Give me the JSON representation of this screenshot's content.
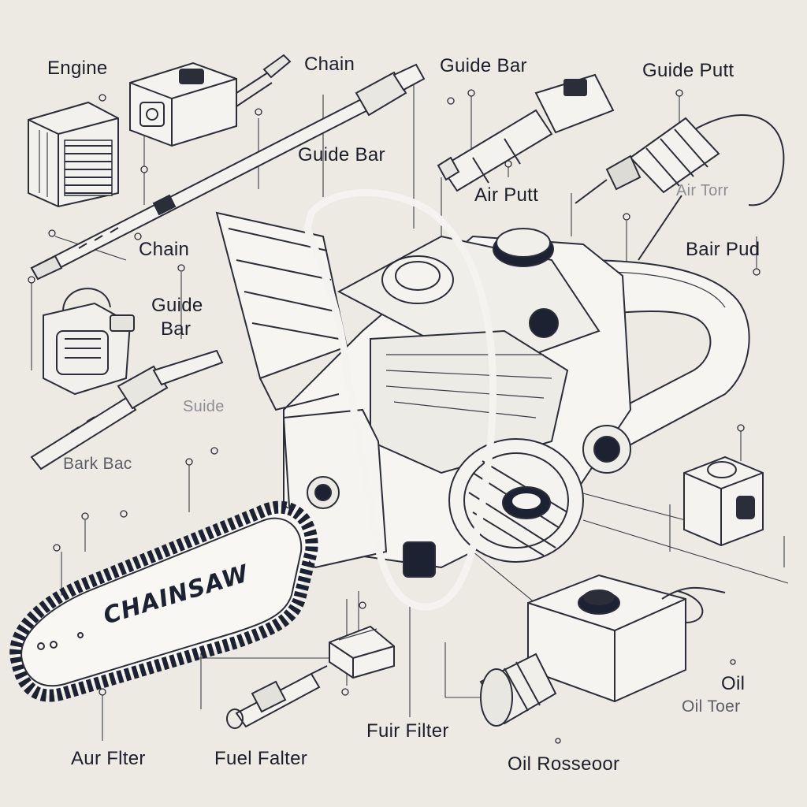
{
  "labels": {
    "engine": "Engine",
    "chain_top": "Chain",
    "guide_bar_top": "Guide Bar",
    "guide_putt": "Guide Putt",
    "guide_bar_mid": "Guide Bar",
    "air_putt": "Air Putt",
    "air_torr": "Air Torr",
    "bair_pud": "Bair Pud",
    "chain_left": "Chain",
    "guide_left_line1": "Guide",
    "guide_left_line2": "Bar",
    "suide": "Suide",
    "bark_bac": "Bark Bac",
    "aur_filter": "Aur Flter",
    "fuel_falter": "Fuel Falter",
    "fur_filter": "Fuir Filter",
    "oil_rosseoor": "Oil Rosseoor",
    "oil": "Oil",
    "oil_toer": "Oil Toer"
  },
  "bar_text": "CHAINSAW",
  "colors": {
    "ink": "#2b2e38",
    "navy": "#1d2233",
    "paper": "#eceae3",
    "body": "#f6f5f1"
  }
}
